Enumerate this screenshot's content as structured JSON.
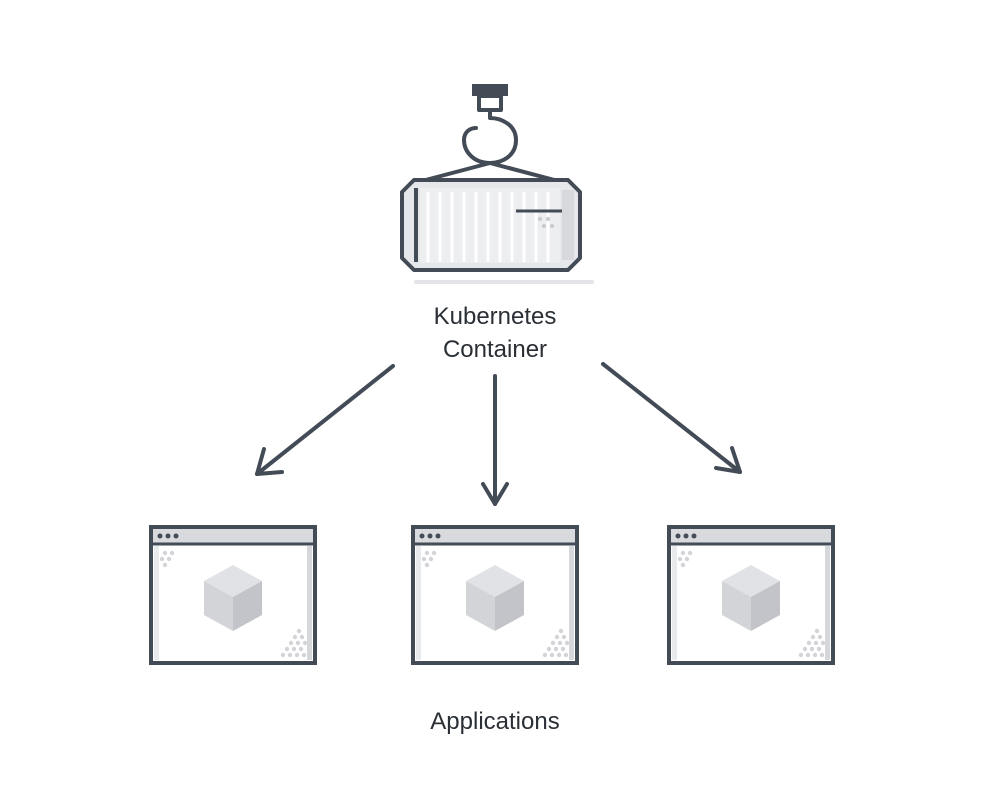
{
  "container": {
    "label_line1": "Kubernetes",
    "label_line2": "Container",
    "icon": "shipping-container-on-hook-icon"
  },
  "applications": {
    "label": "Applications",
    "count": 3,
    "icon": "app-window-with-cube-icon"
  },
  "arrows": {
    "count": 3,
    "direction": "container-to-applications"
  },
  "colors": {
    "stroke": "#434b56",
    "container_fill": "#e6e7ea",
    "container_light": "#f5f5f7",
    "cube_top": "#e1e2e5",
    "cube_left": "#d3d4d8",
    "cube_right": "#c3c4c9",
    "dots": "#c9cace",
    "text": "#2a2f35"
  }
}
